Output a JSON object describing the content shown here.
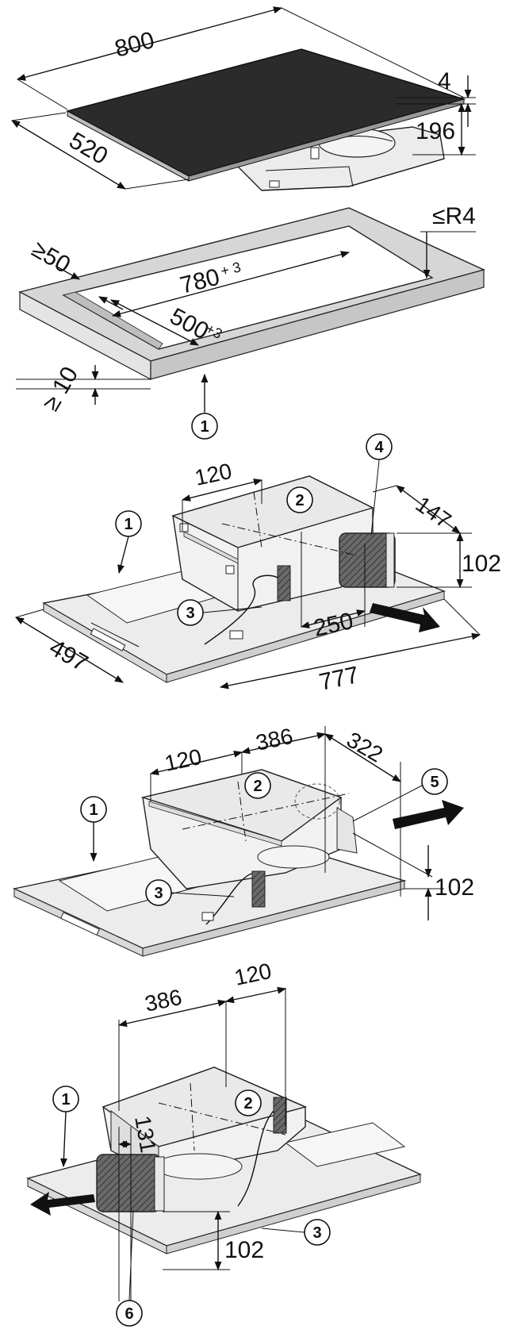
{
  "labels": {
    "hob_width": "800",
    "hob_glass": "4",
    "hob_depth": "520",
    "hob_height": "196",
    "min_edge": "≥50",
    "max_radius": "≤R4",
    "cutout_width": "780",
    "cutout_width_tol": "+ 3",
    "cutout_depth": "500",
    "cutout_depth_tol": "+3",
    "min_worktop": "≥ 10",
    "v1_top_120": "120",
    "v1_147": "147",
    "v1_102": "102",
    "v1_250": "250",
    "v1_497": "497",
    "v1_777": "777",
    "v2_120": "120",
    "v2_386": "386",
    "v2_322": "322",
    "v2_102": "102",
    "v3_386": "386",
    "v3_120": "120",
    "v3_131": "131",
    "v3_102": "102"
  },
  "callouts": {
    "c1": "1",
    "c2": "2",
    "c3": "3",
    "c4": "4",
    "c5": "5",
    "c6": "6"
  },
  "colors": {
    "glass": "#2b2b2b",
    "worktop": "#d6d6d6",
    "metal": "#ececec",
    "filter": "#5a5a5a",
    "line": "#111111"
  }
}
